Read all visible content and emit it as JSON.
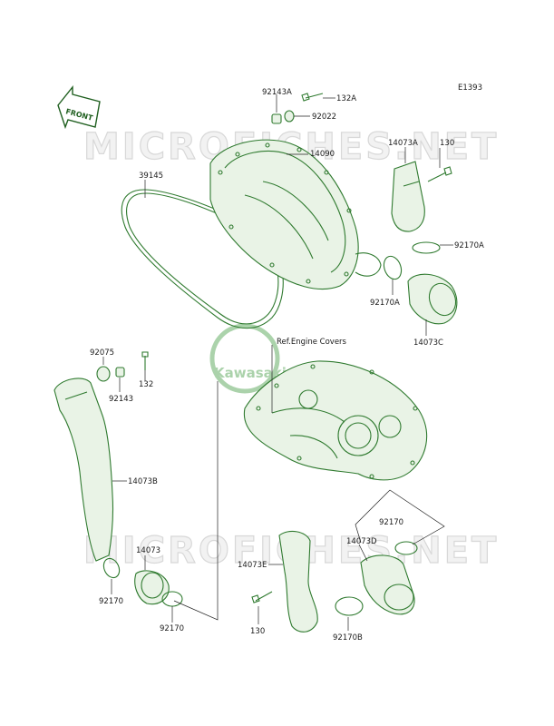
{
  "diagram_code": "E1393",
  "front_arrow_label": "FRONT",
  "watermark_text": "MICROFICHES.NET",
  "logo_text": "Kawasaki",
  "reference_note": "Ref.Engine Covers",
  "colors": {
    "line": "#2f7a2f",
    "fill": "#e9f3e6",
    "text": "#1a1a1a",
    "watermark": "#d8d8d8"
  },
  "part_labels": {
    "p92143A": "92143A",
    "p132A": "132A",
    "p92022": "92022",
    "p14090": "14090",
    "p14073A": "14073A",
    "p130a": "130",
    "p39145": "39145",
    "p92170A_r": "92170A",
    "p92170A_l": "92170A",
    "p14073C": "14073C",
    "p92075": "92075",
    "p92143": "92143",
    "p132": "132",
    "p14073B": "14073B",
    "p14073": "14073",
    "p92170_l": "92170",
    "p92170_b": "92170",
    "p92170_r": "92170",
    "p14073D": "14073D",
    "p14073E": "14073E",
    "p130b": "130",
    "p92170B": "92170B"
  }
}
